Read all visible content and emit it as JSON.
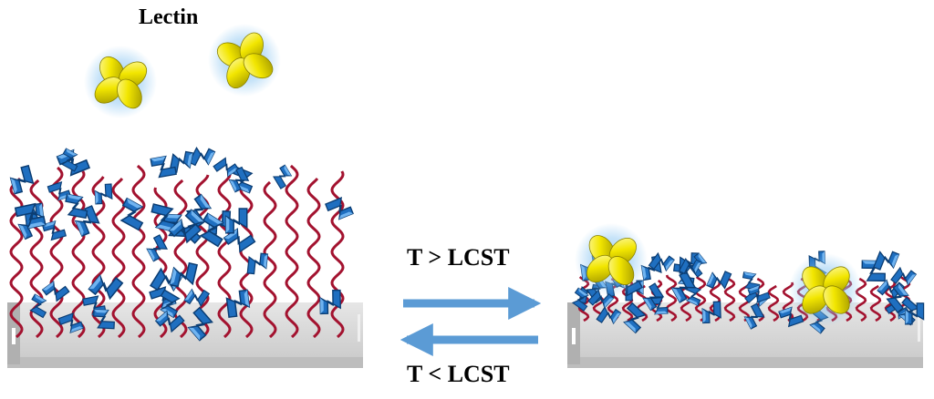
{
  "labels": {
    "title": "Lectin",
    "forward": "T > LCST",
    "reverse": "T < LCST"
  },
  "colors": {
    "background": "#ffffff",
    "substrate_top": "#d8d8d8",
    "substrate_side": "#bdbdbd",
    "polymer_chain": "#a3122f",
    "glycan_unit": "#1f6fc0",
    "lectin_lobe": "#f2e600",
    "lectin_glow": "#8fc8f2",
    "arrow": "#5b9bd5",
    "text": "#000000"
  },
  "icons": {
    "glycan": "blue-zigzag-sugar-icon",
    "lectin": "four-lobed-yellow-protein-icon",
    "chain": "red-wavy-polymer-chain-icon"
  }
}
